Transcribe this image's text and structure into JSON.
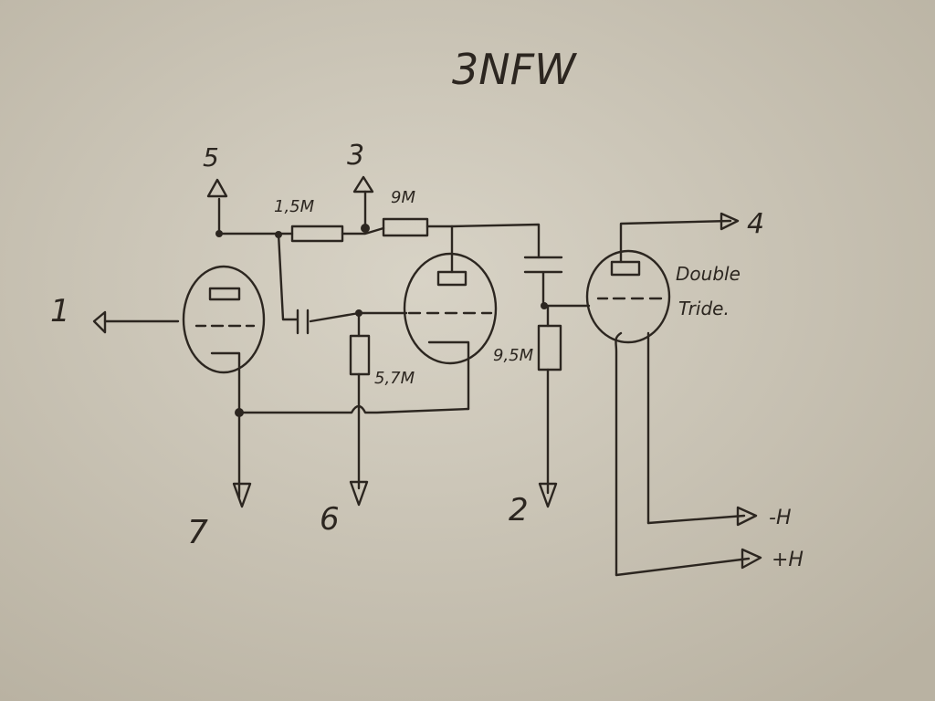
{
  "title": "3NFW",
  "pins": {
    "p1": "1",
    "p2": "2",
    "p3": "3",
    "p4": "4",
    "p5": "5",
    "p6": "6",
    "p7": "7",
    "minus_h": "-H",
    "plus_h": "+H"
  },
  "components": {
    "r1": "1,5M",
    "r2": "9M",
    "r3": "5,7M",
    "r4": "9,5M"
  },
  "note_line1": "Double",
  "note_line2": "Tride.",
  "colors": {
    "paper": "#cfc9bb",
    "ink": "#2c2620"
  }
}
